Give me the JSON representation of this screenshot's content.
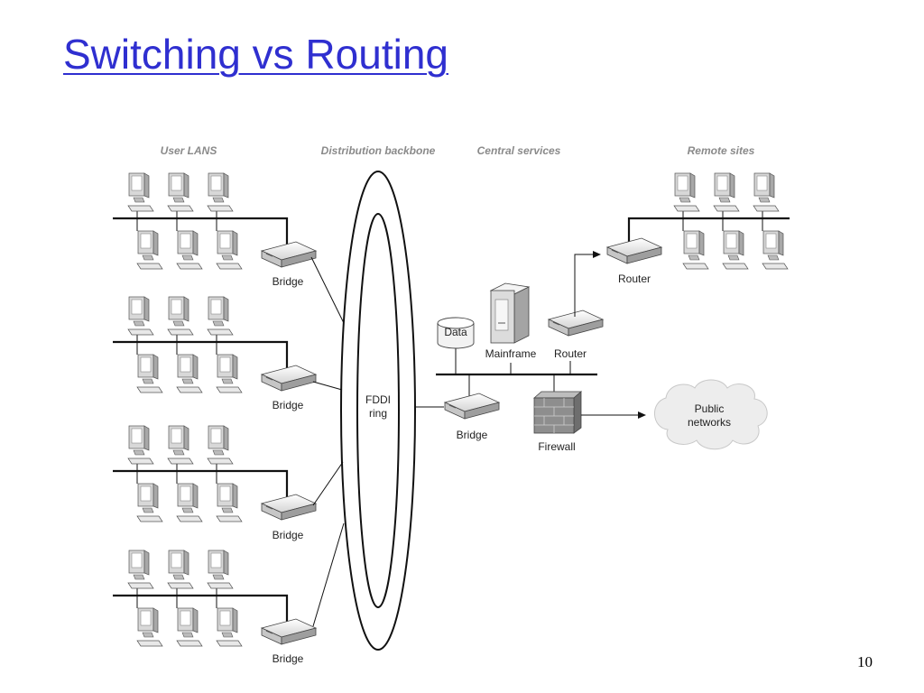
{
  "slide": {
    "title": "Switching vs Routing",
    "page_number": "10"
  },
  "diagram": {
    "headers": {
      "user_lans": "User LANS",
      "distribution_backbone": "Distribution backbone",
      "central_services": "Central services",
      "remote_sites": "Remote sites"
    },
    "lan_bridge_label": "Bridge",
    "ring_label_line1": "FDDI",
    "ring_label_line2": "ring",
    "central": {
      "data_label": "Data",
      "mainframe_label": "Mainframe",
      "router_label": "Router",
      "bridge_label": "Bridge",
      "firewall_label": "Firewall"
    },
    "remote_router_label": "Router",
    "cloud_label_line1": "Public",
    "cloud_label_line2": "networks"
  }
}
